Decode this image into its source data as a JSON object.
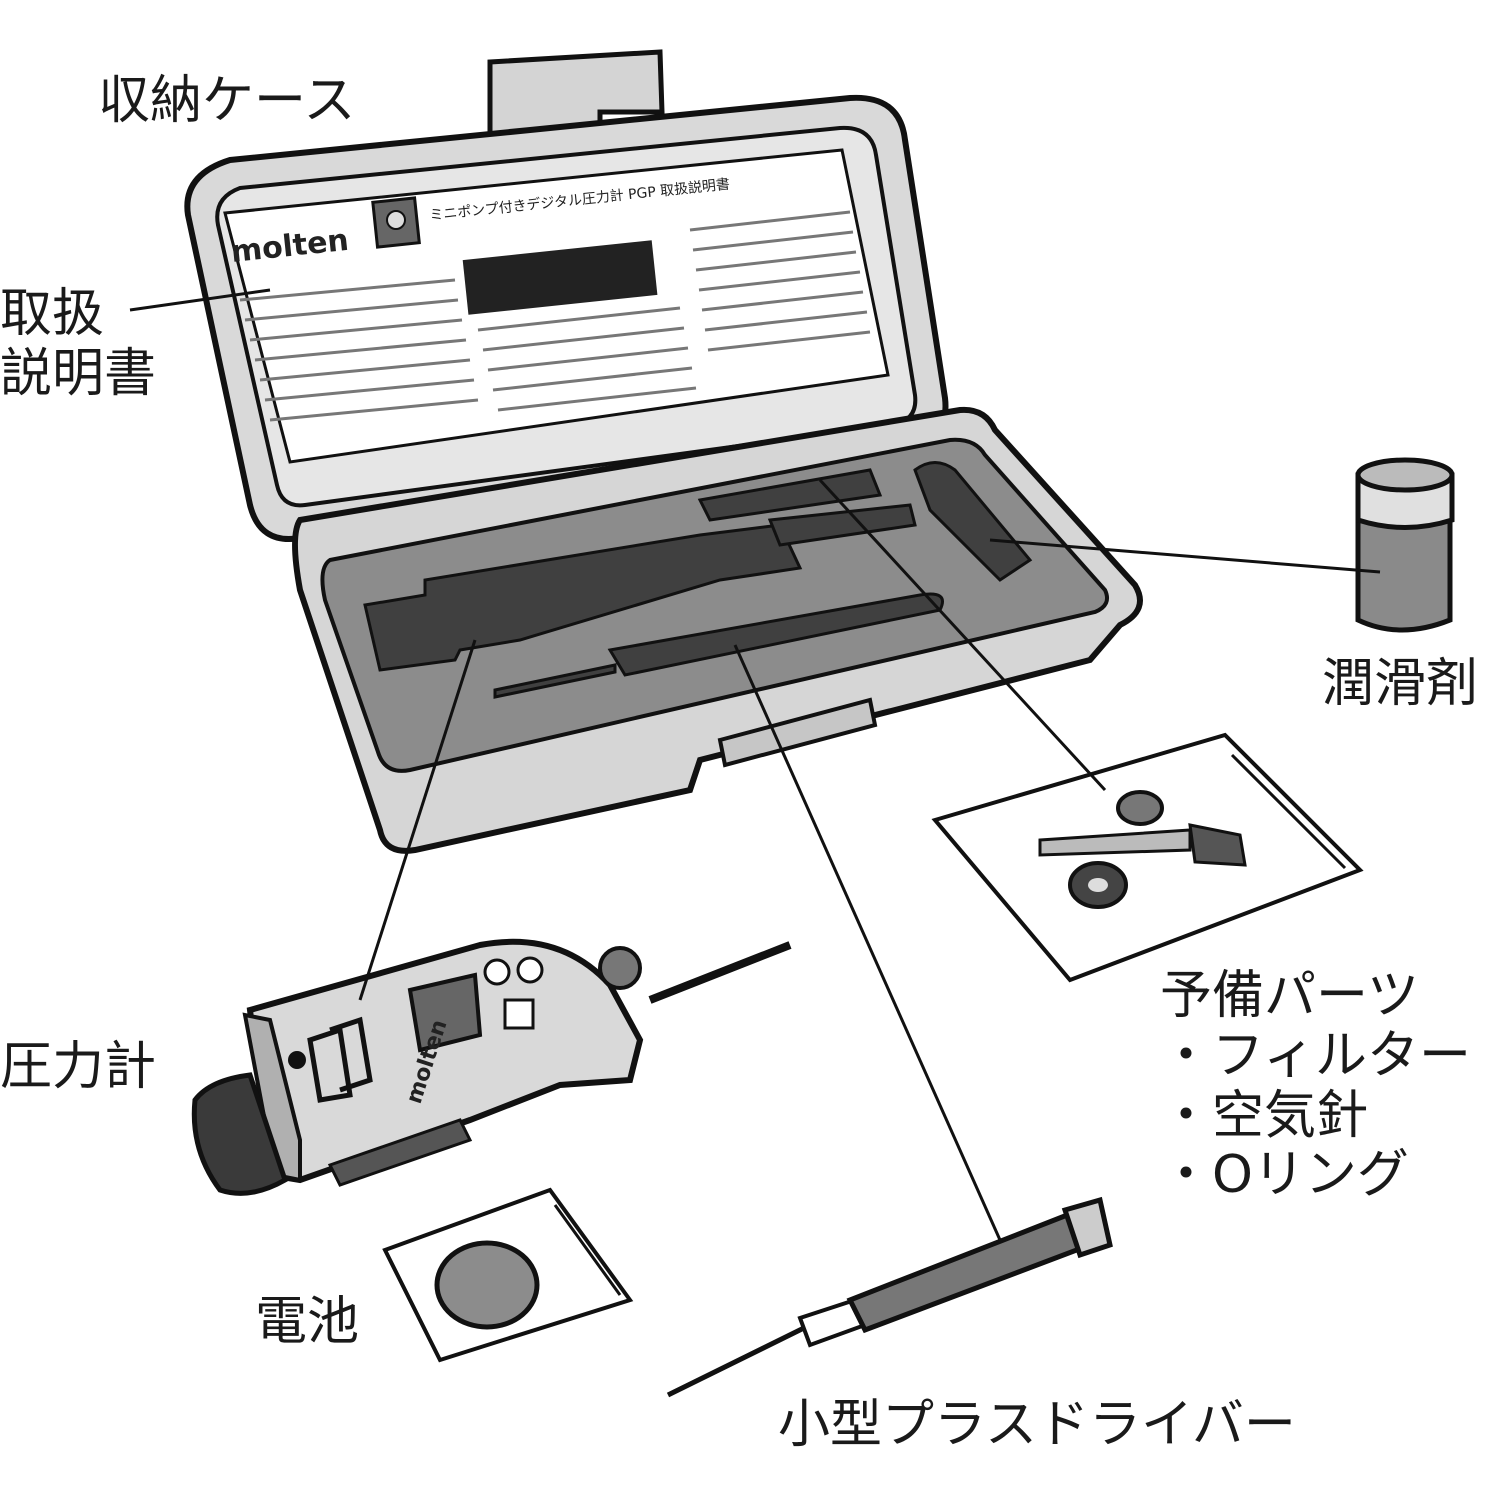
{
  "labels": {
    "storage_case": "収納ケース",
    "manual_line1": "取扱",
    "manual_line2": "説明書",
    "lubricant": "潤滑剤",
    "spare_parts": "予備パーツ",
    "spare_filter": "・フィルター",
    "spare_needle": "・空気針",
    "spare_oring": "・Oリング",
    "pressure_gauge": "圧力計",
    "battery": "電池",
    "screwdriver": "小型プラスドライバー"
  },
  "printed": {
    "brand_logo": "molten",
    "manual_heading": "ミニポンプ付きデジタル圧力計 PGP 取扱説明書",
    "gauge_logo": "molten"
  },
  "colors": {
    "ink": "#1a1a1a",
    "case_gray": "#cfcfcf",
    "foam_gray": "#8a8a8a",
    "slot_dark": "#3f3f3f",
    "paper": "#ffffff"
  }
}
